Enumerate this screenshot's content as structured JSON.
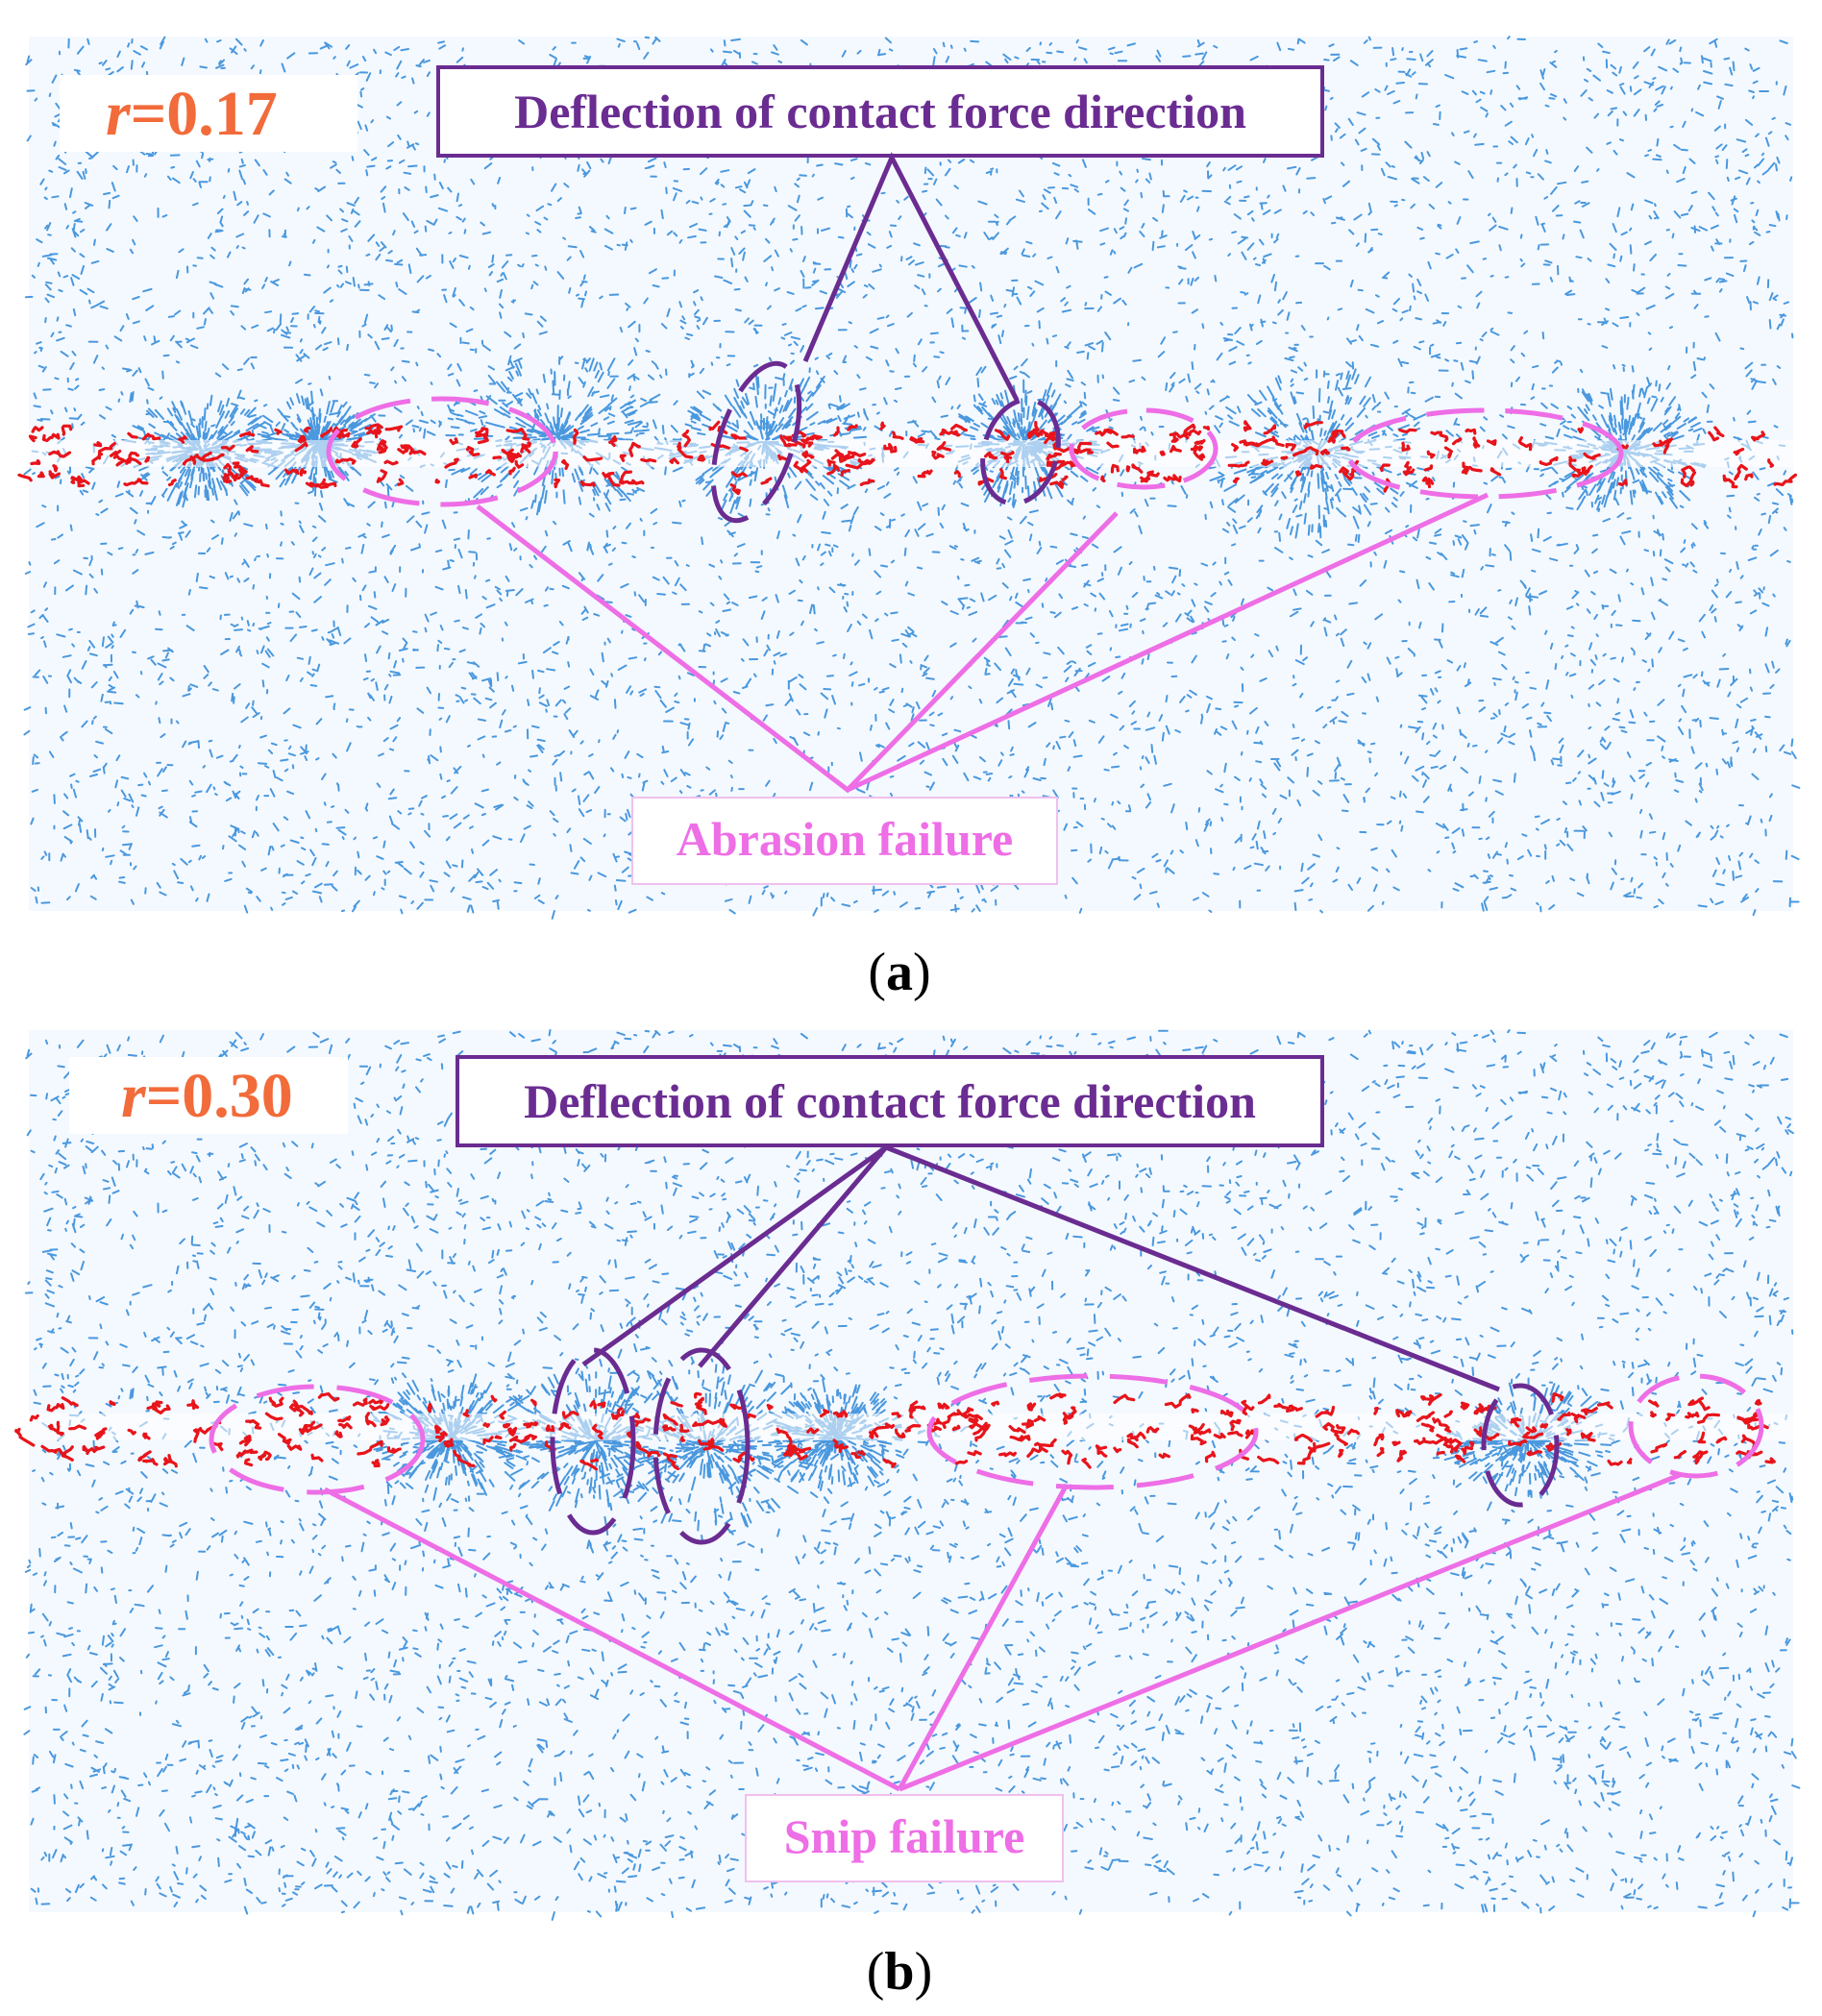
{
  "colors": {
    "background": "#ffffff",
    "contact_force_blue": "#1f7fd6",
    "crack_red": "#e8141b",
    "deflection_purple": "#6a2c91",
    "failure_pink": "#ee6ee6",
    "r_label_orange": "#f26b3a"
  },
  "panels": [
    {
      "id": "a",
      "r_label_italic": "r",
      "r_label_rest": "=0.17",
      "deflection_label": "Deflection of contact force direction",
      "failure_label": "Abrasion failure",
      "caption_open": "(",
      "caption_letter": "a",
      "caption_close": ")"
    },
    {
      "id": "b",
      "r_label_italic": "r",
      "r_label_rest": "=0.30",
      "deflection_label": "Deflection of contact force direction",
      "failure_label": "Snip failure",
      "caption_open": "(",
      "caption_letter": "b",
      "caption_close": ")"
    }
  ]
}
